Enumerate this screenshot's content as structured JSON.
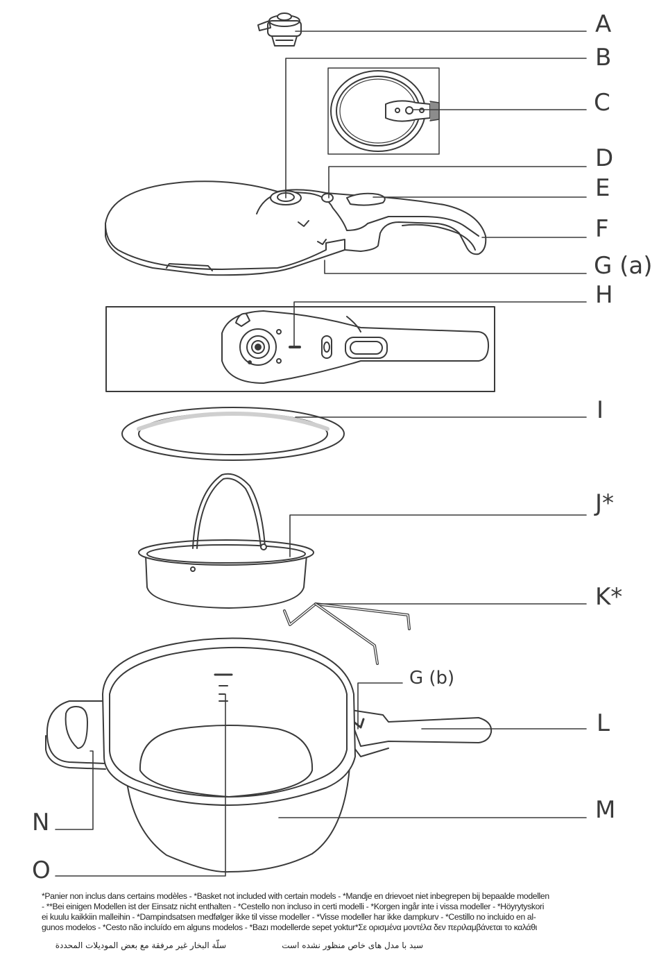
{
  "labels": {
    "a": "A",
    "b": "B",
    "c": "C",
    "d": "D",
    "e": "E",
    "f": "F",
    "ga": "G (a)",
    "h": "H",
    "i": "I",
    "j": "J*",
    "k": "K*",
    "gb": "G (b)",
    "l": "L",
    "m": "M",
    "n": "N",
    "o": "O"
  },
  "footnote": {
    "line1": "*Panier non inclus dans certains modèles - *Basket not included with certain models - *Mandje en drievoet niet inbegrepen bij bepaalde modellen",
    "line2": "- **Bei einigen Modellen ist der Einsatz nicht enthalten - *Cestello non incluso in certi modelli - *Korgen ingår inte i vissa modeller - *Höyrytyskori",
    "line3": "ei kuulu kaikkiin malleihin - *Dampindsatsen medfølger ikke til visse modeller - *Visse modeller har ikke dampkurv - *Cestillo no incluido en al-",
    "line4": "gunos modelos - *Cesto não incluído em alguns modelos - *Bazı modellerde sepet yoktur*Σε ορισμένα μοντέλα δεν περιλαμβάνεται το καλάθι",
    "arabic_1": "سبد با مدل های خاص منظور نشده است",
    "arabic_2": "سلّة البخار غير مرفقة مع بعض الموديلات المحددة"
  },
  "colors": {
    "line": "#3a3a3a",
    "fill_gray": "#bdbdbd",
    "fill_light": "#e6e6e6"
  }
}
